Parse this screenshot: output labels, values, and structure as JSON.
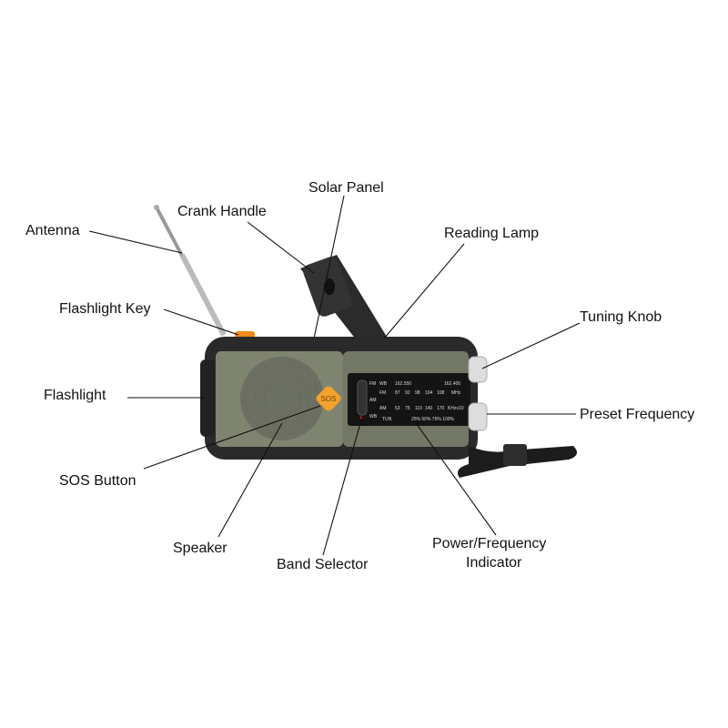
{
  "labels": {
    "antenna": "Antenna",
    "crank_handle": "Crank Handle",
    "solar_panel": "Solar Panel",
    "reading_lamp": "Reading Lamp",
    "flashlight_key": "Flashlight Key",
    "tuning_knob": "Tuning Knob",
    "flashlight": "Flashlight",
    "preset_frequency": "Preset Frequency",
    "sos_button": "SOS Button",
    "speaker": "Speaker",
    "band_selector": "Band Selector",
    "power_indicator_line1": "Power/Frequency",
    "power_indicator_line2": "Indicator"
  },
  "device": {
    "sos_text": "SOS",
    "dial": {
      "bands": [
        "FM",
        "AM",
        "WB"
      ],
      "wb_row": [
        "WB",
        "162.550",
        "162.400"
      ],
      "fm_row": [
        "FM",
        "87",
        "92",
        "98",
        "104",
        "108",
        "MHz"
      ],
      "am_row": [
        "AM",
        "53",
        "75",
        "110",
        "140",
        "170",
        "KHzx10"
      ],
      "tun": "TUN",
      "power_levels": "25% 50% 75% 100%"
    }
  },
  "colors": {
    "body": "#2a2a2a",
    "panel": "#7f8470",
    "sos": "#f2a12a",
    "dial": "#141414"
  }
}
